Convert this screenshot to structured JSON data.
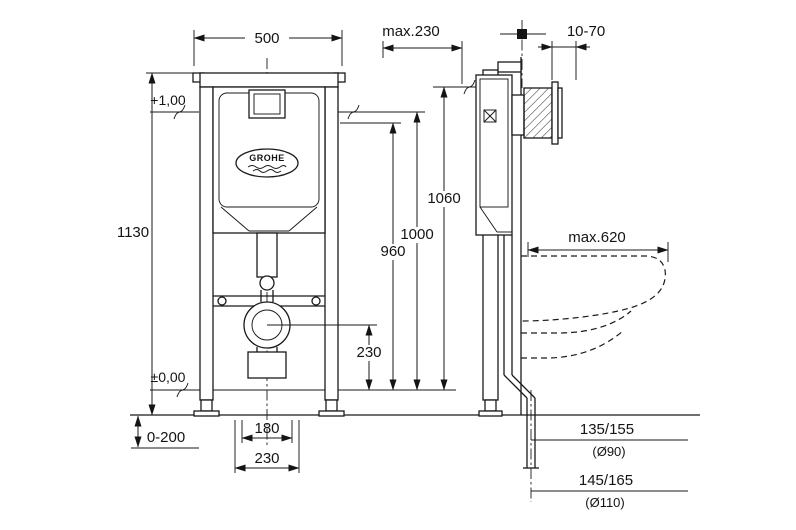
{
  "drawing": {
    "brand": "GROHE",
    "front_view": {
      "width": "500",
      "height": "1130",
      "level_top": "+1,00",
      "level_zero": "±0,00",
      "outlet_height": "230",
      "h960": "960",
      "h1000": "1000",
      "h1060": "1060",
      "foot_adjust": "0-200",
      "anchor_width": "180",
      "bottom_width": "230"
    },
    "side_view": {
      "depth_max": "max.230",
      "plate_range": "10-70",
      "bowl_depth": "max.620",
      "outlet_a": "135/155",
      "outlet_a_dia": "(Ø90)",
      "outlet_b": "145/165",
      "outlet_b_dia": "(Ø110)"
    }
  }
}
